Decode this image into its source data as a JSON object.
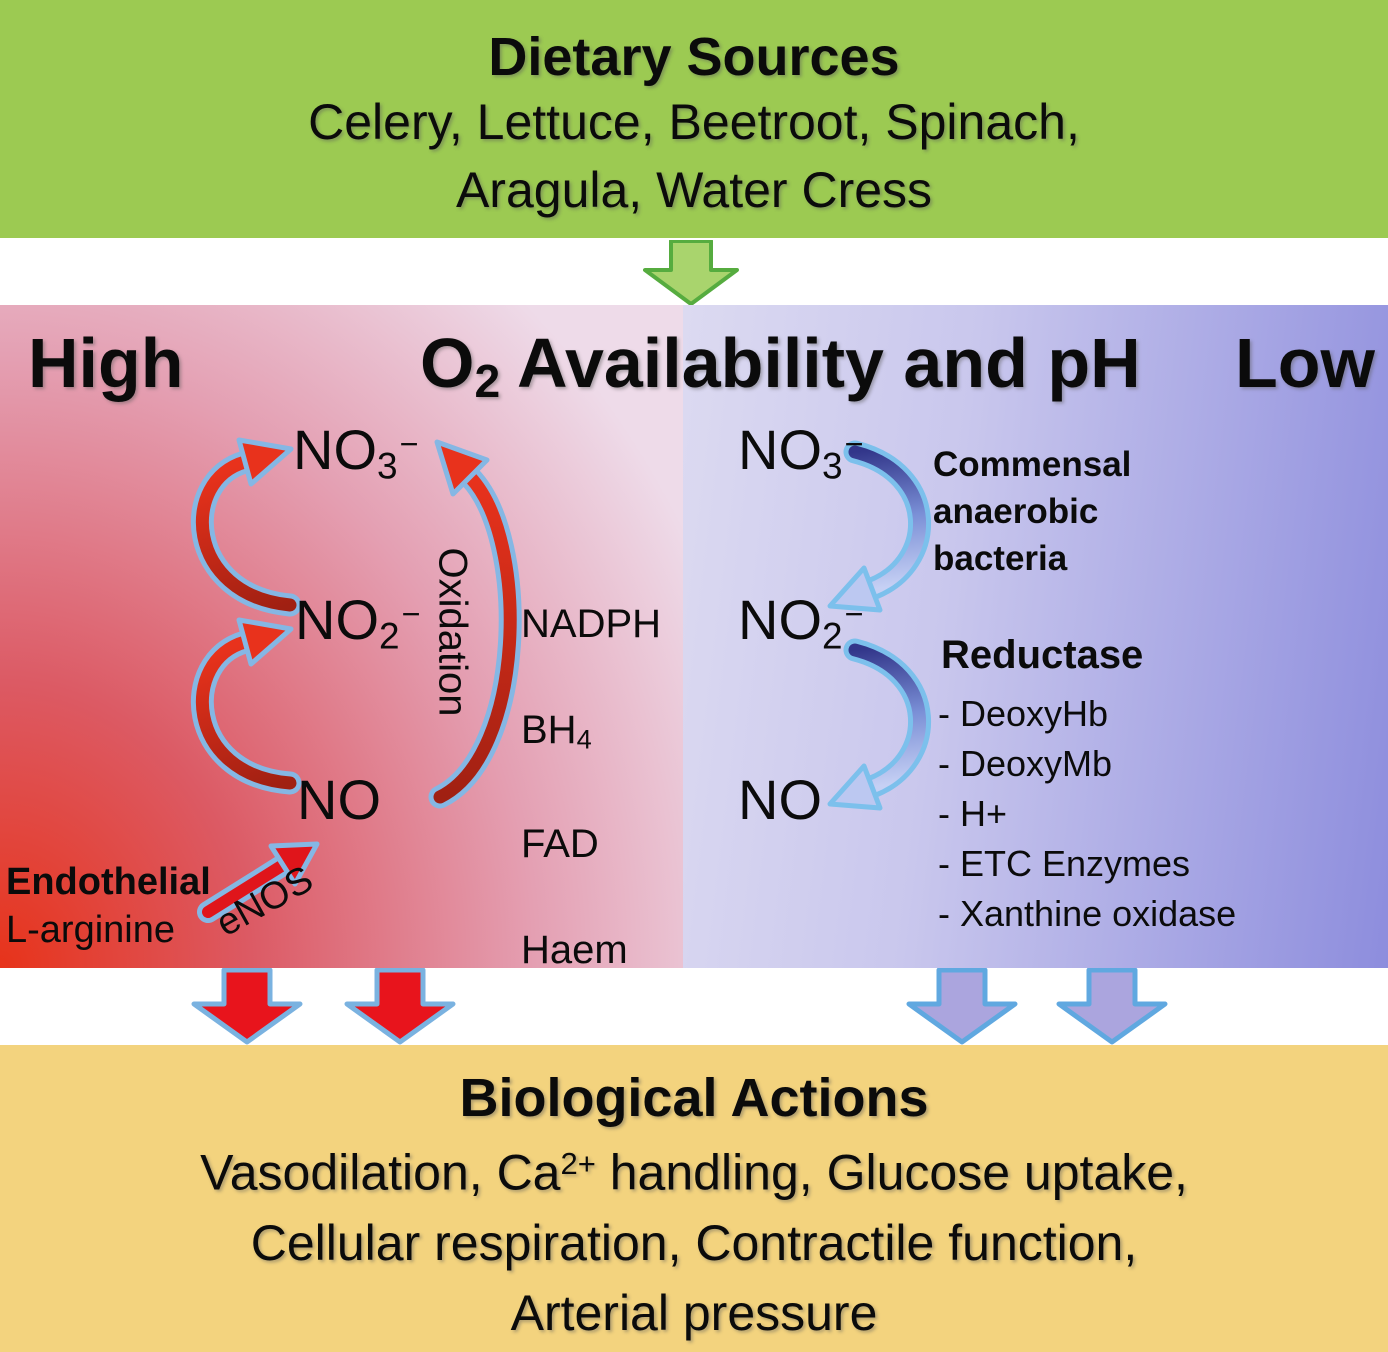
{
  "colors": {
    "banner_green": "#9cca52",
    "banner_yellow": "#f3d37e",
    "flow_arrow_green_fill": "#a9d46d",
    "flow_arrow_green_stroke": "#56ac3f",
    "red_arrow_fill": "#e8141c",
    "red_arrow_dark": "#a02012",
    "purple_arrow_fill": "#aba5de",
    "arrow_outline_light_blue": "#7cb6e6",
    "reduction_arrow_dark_blue": "#32368a",
    "reduction_arrow_light_blue": "#c6d0f4",
    "gradient_left_red": "#e7331a",
    "gradient_right_purple": "#8d8ddd"
  },
  "dietary_sources": {
    "title": "Dietary Sources",
    "items_line1": "Celery, Lettuce, Beetroot, Spinach,",
    "items_line2": "Aragula, Water Cress"
  },
  "gradient_header": {
    "left": "High",
    "title_base": "O",
    "title_sub": "2",
    "title_rest": " Availability and pH",
    "right": "Low"
  },
  "left_pathway": {
    "no3_base": "NO",
    "no3_sub": "3",
    "no3_sup": "−",
    "no2_base": "NO",
    "no2_sub": "2",
    "no2_sup": "−",
    "no": "NO",
    "oxidation_label": "Oxidation",
    "cofactor_nadph": "NADPH",
    "cofactor_bh_base": "BH",
    "cofactor_bh_sub": "4",
    "cofactor_fad": "FAD",
    "cofactor_haem": "Haem",
    "endothelial": "Endothelial",
    "l_arginine": "L-arginine",
    "enos": "eNOS"
  },
  "right_pathway": {
    "no3_base": "NO",
    "no3_sub": "3",
    "no3_sup": "−",
    "no2_base": "NO",
    "no2_sub": "2",
    "no2_sup": "−",
    "no": "NO",
    "commensal": "Commensal\nanaerobic\nbacteria",
    "reductase_title": "Reductase",
    "reductase_items": [
      "- DeoxyHb",
      "- DeoxyMb",
      "- H+",
      "- ETC Enzymes",
      "- Xanthine oxidase"
    ]
  },
  "biological_actions": {
    "title": "Biological Actions",
    "line1_pre": "Vasodilation, Ca",
    "line1_sup": "2+",
    "line1_post": " handling, Glucose uptake,",
    "line2": "Cellular respiration, Contractile function,",
    "line3": "Arterial pressure"
  }
}
